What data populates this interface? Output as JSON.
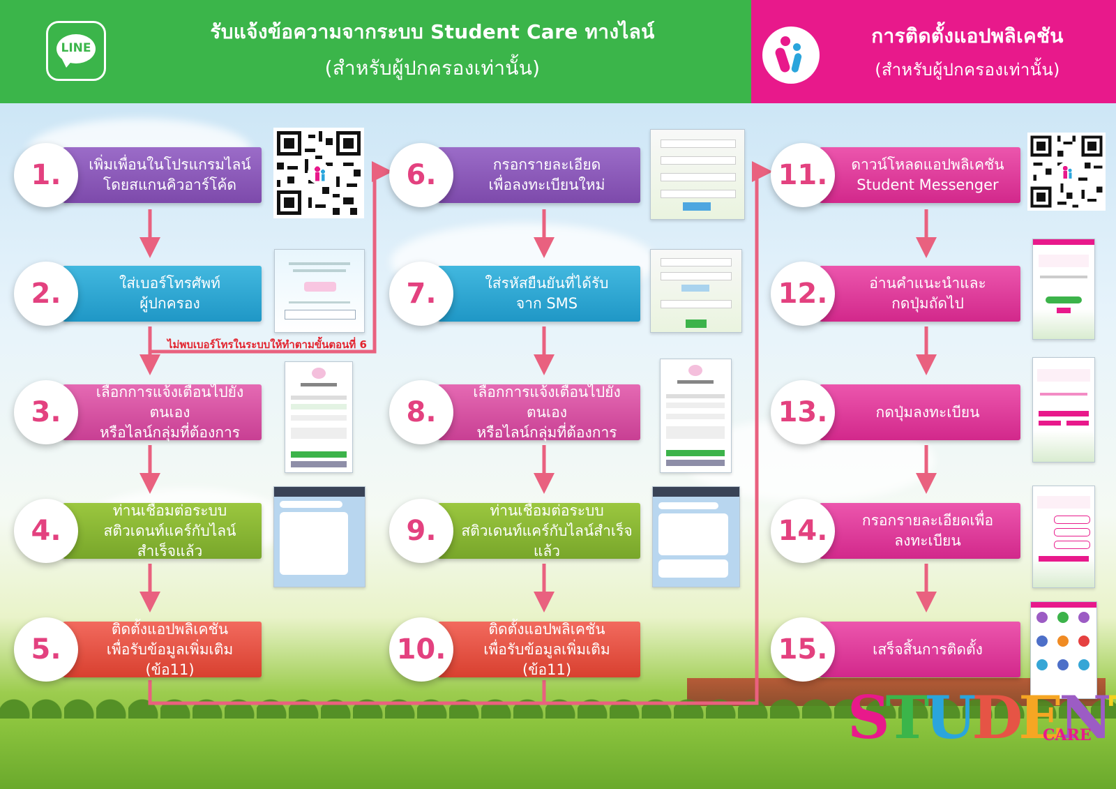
{
  "header": {
    "left_title": "รับแจ้งข้อความจากระบบ Student Care ทางไลน์",
    "left_subtitle": "(สำหรับผู้ปกครองเท่านั้น)",
    "right_title": "การติดตั้งแอปพลิเคชัน",
    "right_subtitle": "(สำหรับผู้ปกครองเท่านั้น)",
    "line_logo_text": "LINE"
  },
  "steps": [
    {
      "num": "1.",
      "text": "เพิ่มเพื่อนในโปรแกรมไลน์\nโดยสแกนคิวอาร์โค้ด",
      "color": "#8a5bb9"
    },
    {
      "num": "2.",
      "text": "ใส่เบอร์โทรศัพท์\nผู้ปกครอง",
      "color": "#2aa5d2"
    },
    {
      "num": "3.",
      "text": "เลือกการแจ้งเตือนไปยังตนเอง\nหรือไลน์กลุ่มที่ต้องการ",
      "color": "#d553a3"
    },
    {
      "num": "4.",
      "text": "ท่านเชื่อมต่อระบบ\nสติวเดนท์แคร์กับไลน์สำเร็จแล้ว",
      "color": "#88b534"
    },
    {
      "num": "5.",
      "text": "ติดตั้งแอปพลิเคชัน\nเพื่อรับข้อมูลเพิ่มเติม (ข้อ11)",
      "color": "#e65445"
    },
    {
      "num": "6.",
      "text": "กรอกรายละเอียด\nเพื่อลงทะเบียนใหม่",
      "color": "#8a5bb9"
    },
    {
      "num": "7.",
      "text": "ใส่รหัสยืนยันที่ได้รับ\nจาก SMS",
      "color": "#2aa5d2"
    },
    {
      "num": "8.",
      "text": "เลือกการแจ้งเตือนไปยังตนเอง\nหรือไลน์กลุ่มที่ต้องการ",
      "color": "#d553a3"
    },
    {
      "num": "9.",
      "text": "ท่านเชื่อมต่อระบบ\nสติวเดนท์แคร์กับไลน์สำเร็จแล้ว",
      "color": "#88b534"
    },
    {
      "num": "10.",
      "text": "ติดตั้งแอปพลิเคชัน\nเพื่อรับข้อมูลเพิ่มเติม (ข้อ11)",
      "color": "#e65445"
    },
    {
      "num": "11.",
      "text": "ดาวน์โหลดแอปพลิเคชัน\nStudent Messenger",
      "color": "#de3d9c"
    },
    {
      "num": "12.",
      "text": "อ่านคำแนะนำและ\nกดปุ่มถัดไป",
      "color": "#de3d9c"
    },
    {
      "num": "13.",
      "text": "กดปุ่มลงทะเบียน",
      "color": "#de3d9c"
    },
    {
      "num": "14.",
      "text": "กรอกรายละเอียดเพื่อ\nลงทะเบียน",
      "color": "#de3d9c"
    },
    {
      "num": "15.",
      "text": "เสร็จสิ้นการติดตั้ง",
      "color": "#de3d9c"
    }
  ],
  "note": "ไม่พบเบอร์โทรในระบบให้ทำตามขั้นตอนที่ 6",
  "logo": {
    "big": "STUDENT",
    "small": "CARE"
  },
  "colors": {
    "green_header": "#3bb54a",
    "pink_header": "#e8198b",
    "arrow": "#e9617f"
  }
}
